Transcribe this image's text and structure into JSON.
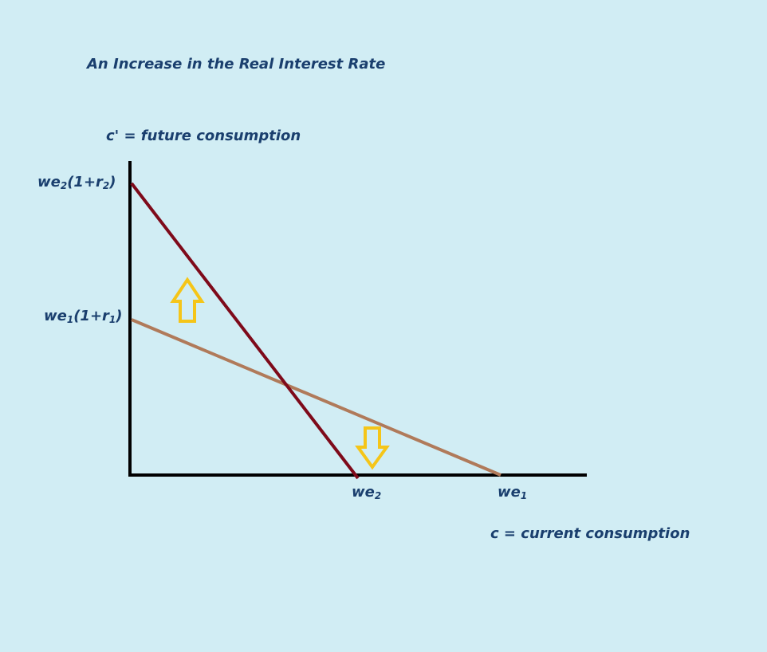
{
  "title": "An Increase in the Real Interest Rate",
  "y_axis_label": "c' = future consumption",
  "x_axis_label": "c = current consumption",
  "y_intercepts": {
    "new": {
      "base": "we",
      "sub1": "2",
      "mid": "(1+r",
      "sub2": "2",
      "end": ")"
    },
    "old": {
      "base": "we",
      "sub1": "1",
      "mid": "(1+r",
      "sub2": "1",
      "end": ")"
    }
  },
  "x_intercepts": {
    "new": {
      "base": "we",
      "sub": "2"
    },
    "old": {
      "base": "we",
      "sub": "1"
    }
  },
  "colors": {
    "background": "#d1edf4",
    "text": "#1a3f6e",
    "axes": "#000000",
    "new_budget_line": "#7e0a1a",
    "old_budget_line": "#b07a5a",
    "arrow": "#f5c518"
  },
  "arrows": {
    "left": "up-arrow",
    "right": "down-arrow"
  }
}
